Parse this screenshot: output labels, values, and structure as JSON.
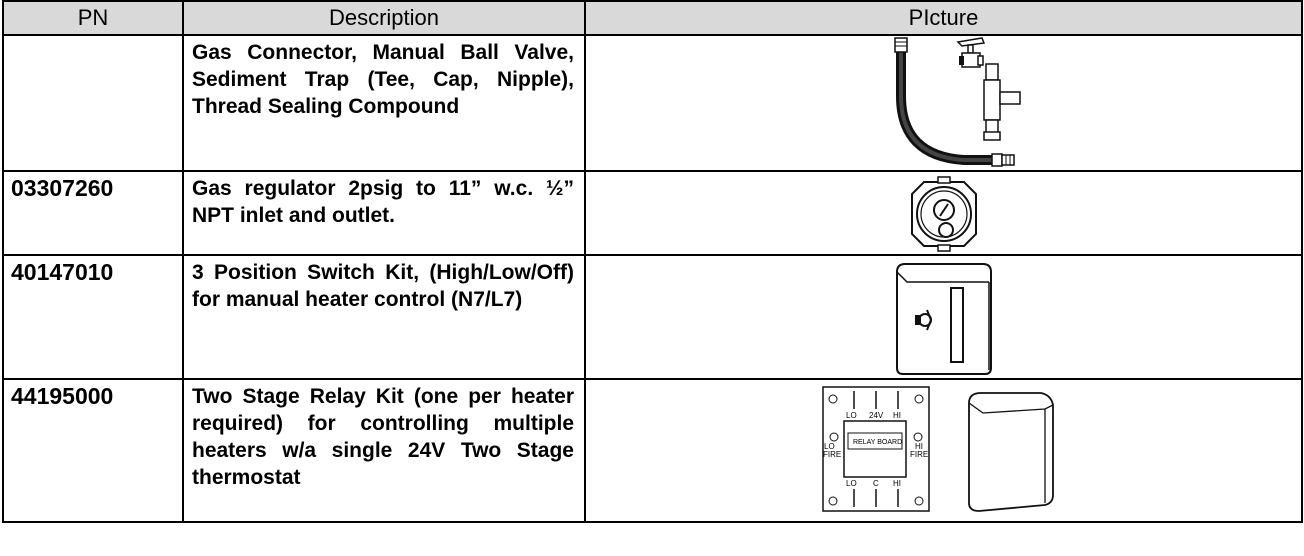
{
  "headers": {
    "pn": "PN",
    "description": "Description",
    "picture": "PIcture"
  },
  "rows": [
    {
      "pn": "",
      "description": "Gas Connector, Manual Ball Valve, Sediment Trap (Tee, Cap, Nipple), Thread Sealing Compound",
      "picture_icon": "gas-connector-kit-icon"
    },
    {
      "pn": "03307260",
      "description": "Gas regulator 2psig to 11” w.c. ½” NPT inlet and outlet.",
      "picture_icon": "gas-regulator-icon"
    },
    {
      "pn": "40147010",
      "description": "3 Position Switch Kit, (High/Low/Off) for manual heater control (N7/L7)",
      "picture_icon": "switch-box-icon"
    },
    {
      "pn": "44195000",
      "description": "Two Stage Relay Kit (one per heater required) for controlling multiple heaters w/a single 24V Two Stage thermostat",
      "picture_icon": "relay-board-kit-icon",
      "board_labels": {
        "lo_top": "LO",
        "v24": "24V",
        "hi_top": "HI",
        "board": "RELAY BOARD",
        "lo_fire_1": "LO",
        "lo_fire_2": "FIRE",
        "hi_fire_1": "HI",
        "hi_fire_2": "FIRE",
        "lo_bottom": "LO",
        "c_bottom": "C",
        "hi_bottom": "HI"
      }
    }
  ]
}
